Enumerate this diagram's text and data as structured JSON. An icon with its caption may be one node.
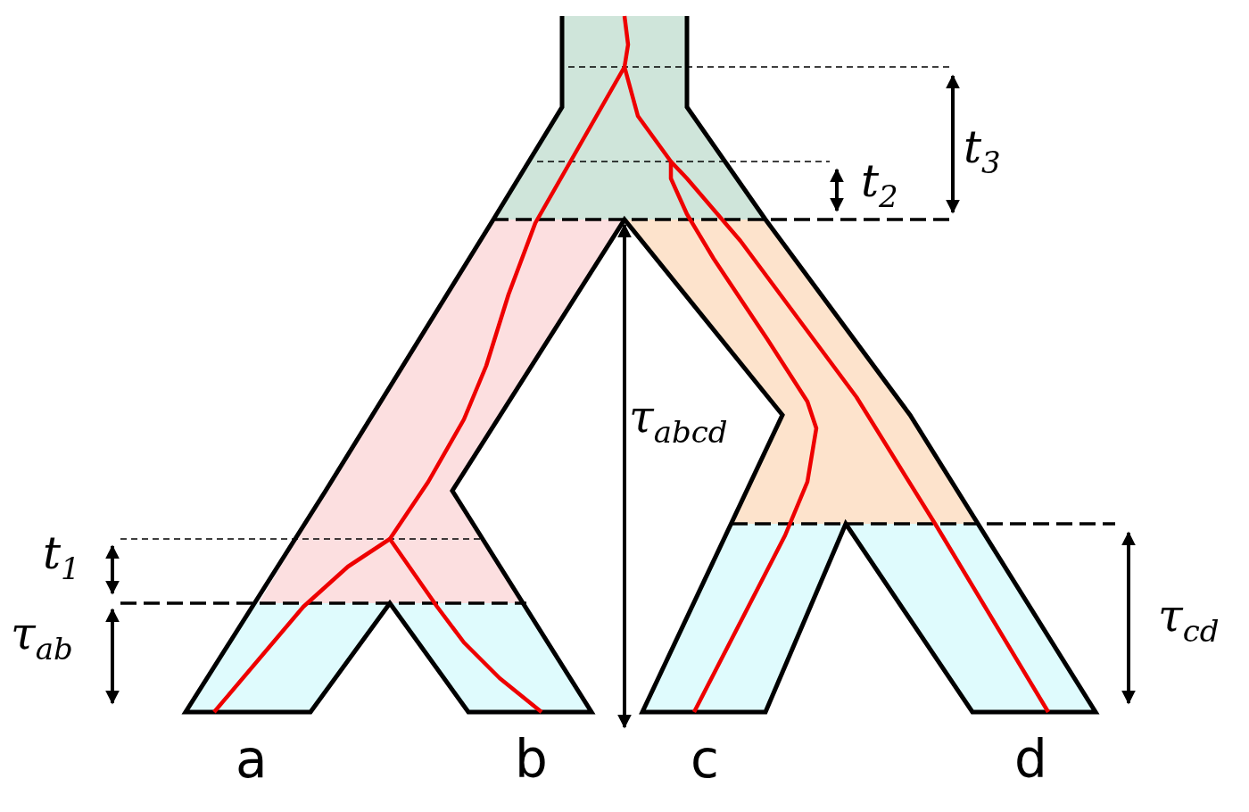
{
  "diagram": {
    "labels": [
      "t$_{3}$",
      "t$_{2}$",
      "τ$_{abcd}$",
      "t$_{1}$",
      "τ$_{ab}$",
      "τ$_{cd}$",
      "a",
      "b",
      "c",
      "d"
    ]
  }
}
